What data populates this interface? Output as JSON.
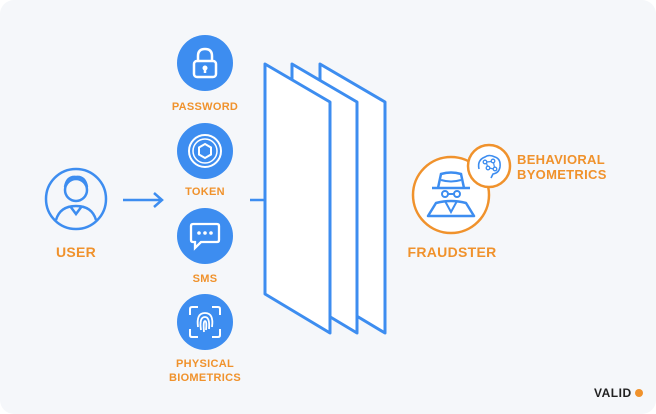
{
  "user": {
    "label": "USER",
    "icon": "user-icon"
  },
  "methods": [
    {
      "label": "PASSWORD",
      "icon": "padlock-icon"
    },
    {
      "label": "TOKEN",
      "icon": "token-icon"
    },
    {
      "label": "SMS",
      "icon": "chat-bubble-icon"
    },
    {
      "label": "PHYSICAL BIOMETRICS",
      "label_line1": "PHYSICAL",
      "label_line2": "BIOMETRICS",
      "icon": "fingerprint-icon"
    }
  ],
  "fraudster": {
    "label": "FRAUDSTER",
    "icon": "spy-icon"
  },
  "behavioral": {
    "label_line1": "BEHAVIORAL",
    "label_line2": "BYOMETRICS",
    "icon": "brain-network-icon"
  },
  "brand": {
    "text": "VALID",
    "dot_color": "#f0922c"
  },
  "colors": {
    "accent_blue": "#3d8df0",
    "accent_orange": "#f0922c",
    "background": "#f5f7fa"
  }
}
